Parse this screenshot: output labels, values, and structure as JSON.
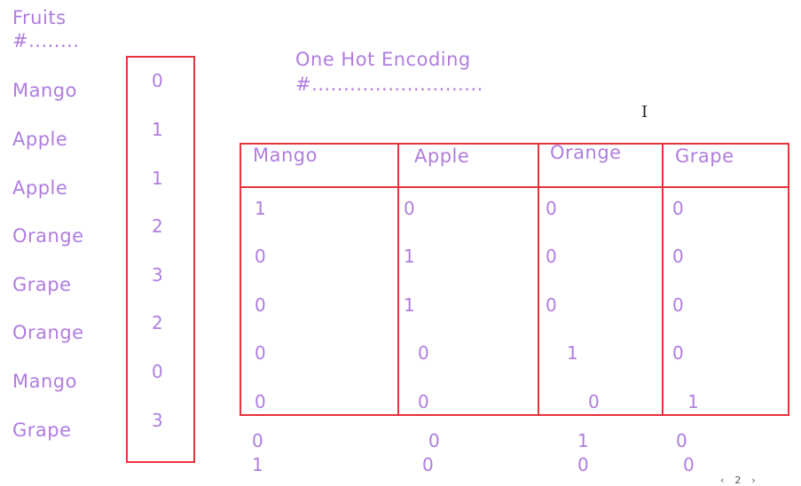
{
  "fruits_heading": "Fruits",
  "fruits_hash": "#........",
  "fruits": [
    "Mango",
    "Apple",
    "Apple",
    "Orange",
    "Grape",
    "Orange",
    "Mango",
    "Grape"
  ],
  "labels": [
    "0",
    "1",
    "1",
    "2",
    "3",
    "2",
    "0",
    "3"
  ],
  "ohe_title": "One Hot  Encoding",
  "ohe_hash": "#...........................",
  "headers": [
    "Mango",
    "Apple",
    "Orange",
    "Grape"
  ],
  "rows": [
    [
      "1",
      "0",
      "0",
      "0"
    ],
    [
      "0",
      "1",
      "0",
      "0"
    ],
    [
      "0",
      "1",
      "0",
      "0"
    ],
    [
      "0",
      "0",
      "1",
      "0"
    ],
    [
      "0",
      "0",
      "0",
      "1"
    ]
  ],
  "extra_rows": [
    [
      "0",
      "0",
      "1",
      "0"
    ],
    [
      "1",
      "0",
      "0",
      "0"
    ]
  ],
  "pager": {
    "prev": "‹",
    "page": "2",
    "next": "›"
  },
  "colors": {
    "ink": "#b07de0",
    "box": "#e8323c"
  }
}
